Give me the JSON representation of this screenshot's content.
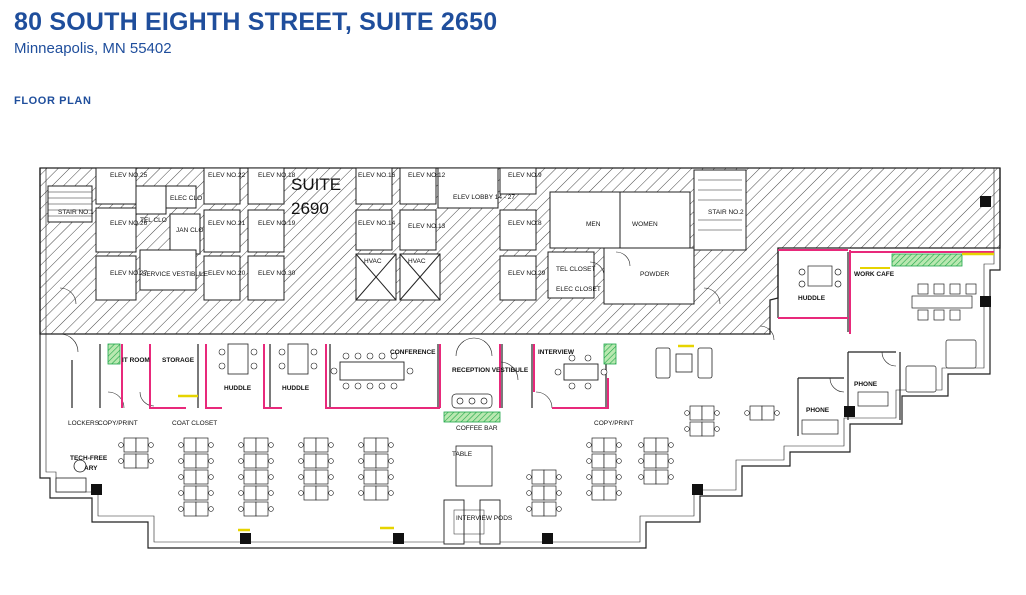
{
  "header": {
    "title": "80 SOUTH EIGHTH STREET, SUITE 2650",
    "subtitle": "Minneapolis, MN 55402",
    "section_label": "FLOOR PLAN"
  },
  "plan": {
    "suite": "SUITE",
    "suite_number": "2690",
    "elevators": {
      "e25": "ELEV NO.25",
      "e22": "ELEV NO.22",
      "e18": "ELEV NO.18",
      "e16": "ELEV NO.16",
      "e12": "ELEV NO.12",
      "e9": "ELEV NO.9",
      "e26": "ELEV NO.26",
      "e21": "ELEV NO.21",
      "e19": "ELEV NO.19",
      "e14": "ELEV NO.14",
      "e13": "ELEV NO.13",
      "e8": "ELEV NO.8",
      "e27": "ELEV NO.27",
      "e20": "ELEV NO.20",
      "e30": "ELEV NO.30",
      "e29": "ELEV NO.29"
    },
    "core": {
      "stair1": "STAIR NO.1",
      "stair2": "STAIR NO.2",
      "elec_clo": "ELEC CLO",
      "tel_clo": "TEL CLO",
      "jan_clo": "JAN CLO",
      "service_vestibule": "SERVICE VESTIBULE",
      "elev_lobby": "ELEV LOBBY 14 - 27",
      "men": "MEN",
      "women": "WOMEN",
      "powder": "POWDER",
      "tel_closet": "TEL CLOSET",
      "elec_closet": "ELEC CLOSET",
      "hvac_1": "HVAC",
      "hvac_2": "HVAC"
    },
    "rooms": {
      "it_room": "IT ROOM",
      "storage": "STORAGE",
      "huddle_1": "HUDDLE",
      "huddle_2": "HUDDLE",
      "huddle_3": "HUDDLE",
      "conference": "CONFERENCE",
      "reception": "RECEPTION VESTIBULE",
      "interview": "INTERVIEW",
      "work_cafe": "WORK CAFE",
      "phone_1": "PHONE",
      "phone_2": "PHONE",
      "lockers": "LOCKERS",
      "copy_print_1": "COPY/PRINT",
      "coat_closet": "COAT CLOSET",
      "coffee_bar": "COFFEE BAR",
      "copy_print_2": "COPY/PRINT",
      "tech_free": "TECH-FREE",
      "tech_free_2": "ARY",
      "table": "TABLE",
      "interview_pods": "INTERVIEW PODS"
    },
    "colors": {
      "wall": "#222222",
      "new_wall": "#e8297b",
      "hatch": "#333333",
      "green_accent": "#1fa64a",
      "yellow_accent": "#e6d400",
      "title_blue": "#1f4e9c"
    }
  }
}
